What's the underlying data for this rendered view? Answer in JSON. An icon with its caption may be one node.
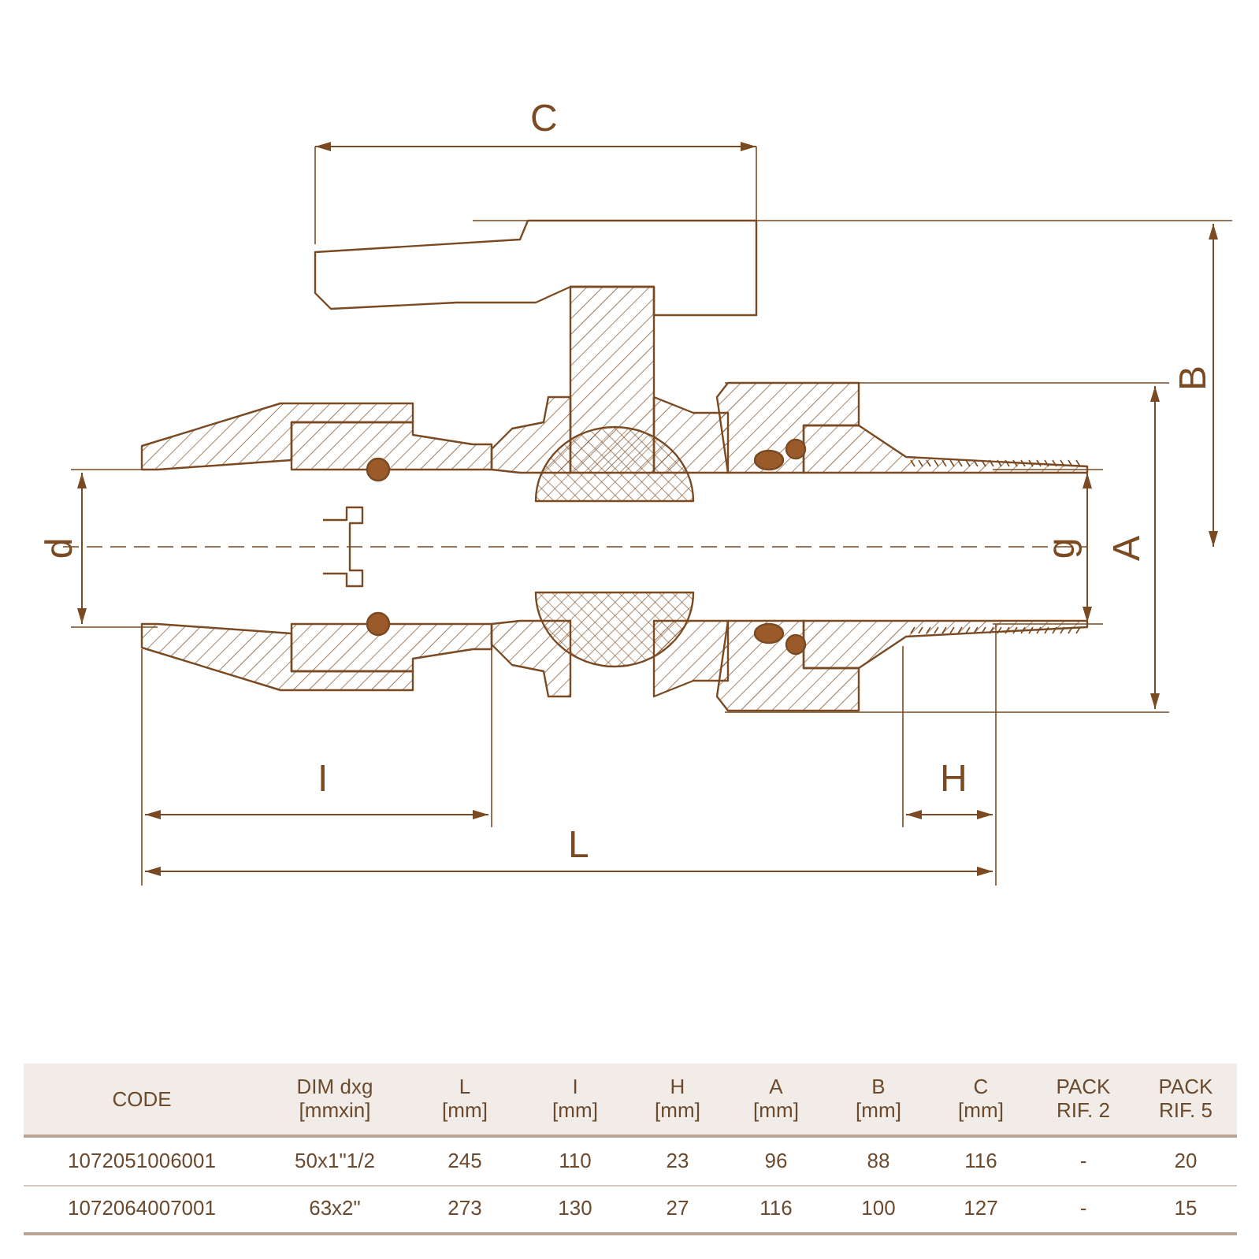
{
  "diagram": {
    "labels": [
      "C",
      "B",
      "d",
      "g",
      "A",
      "I",
      "H",
      "L",
      "CODE",
      "DIM dxg [mmxin]",
      "L [mm]",
      "I [mm]",
      "H [mm]",
      "A [mm]",
      "B [mm]",
      "C [mm]",
      "PACK RIF. 2",
      "PACK RIF. 5",
      "1072051006001",
      "50x1\"1/2",
      "245",
      "110",
      "23",
      "96",
      "88",
      "116",
      "-",
      "20",
      "1072064007001",
      "63x2\"",
      "273",
      "130",
      "27",
      "116",
      "100",
      "127",
      "-",
      "15"
    ]
  }
}
